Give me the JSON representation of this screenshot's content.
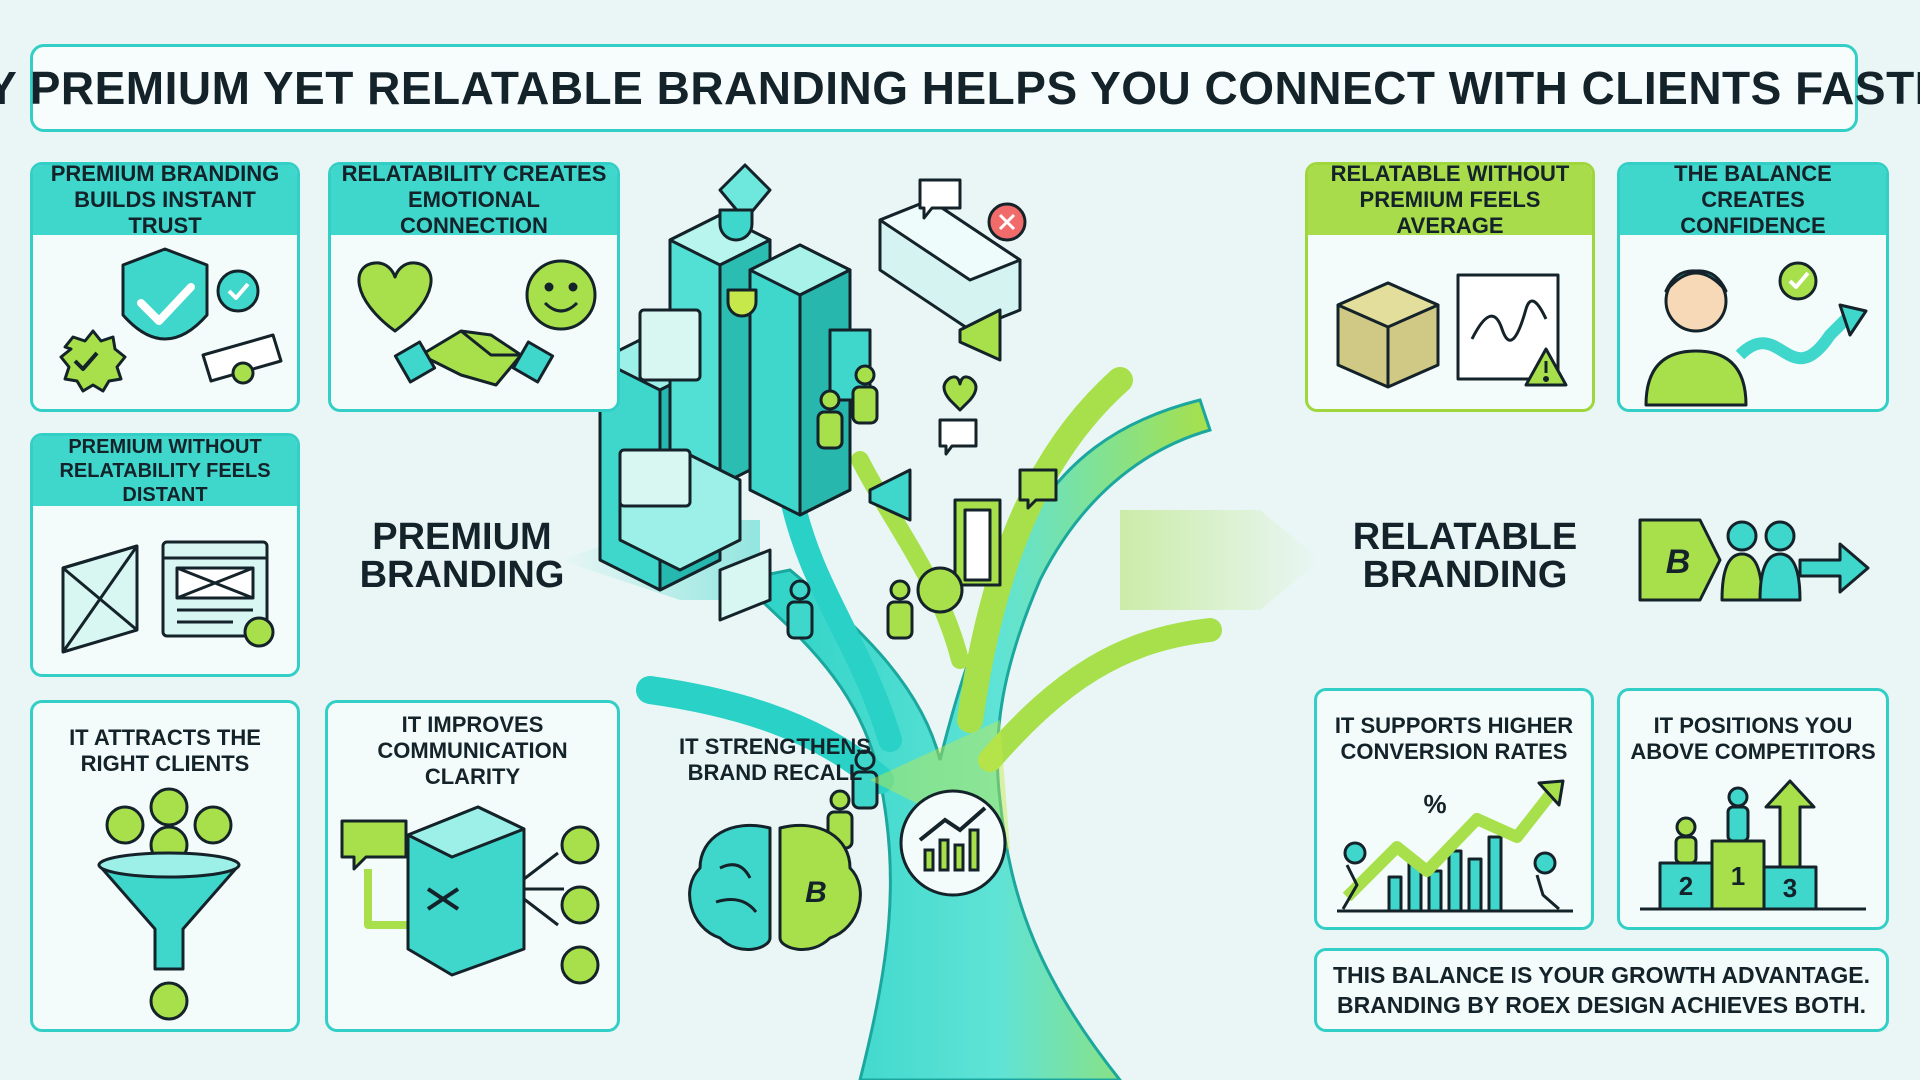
{
  "title": "WHY PREMIUM YET RELATABLE BRANDING HELPS YOU CONNECT WITH CLIENTS FASTER",
  "center_labels": {
    "premium": [
      "PREMIUM",
      "BRANDING"
    ],
    "relatable": [
      "RELATABLE",
      "BRANDING"
    ]
  },
  "cards": {
    "trust": [
      "PREMIUM BRANDING",
      "BUILDS INSTANT TRUST"
    ],
    "emotion": [
      "RELATABILITY CREATES",
      "EMOTIONAL CONNECTION"
    ],
    "distant": [
      "PREMIUM WITHOUT",
      "RELATABILITY FEELS DISTANT"
    ],
    "average": [
      "RELATABLE WITHOUT",
      "PREMIUM FEELS AVERAGE"
    ],
    "confidence": [
      "THE BALANCE",
      "CREATES CONFIDENCE"
    ],
    "attracts": [
      "IT ATTRACTS THE",
      "RIGHT CLIENTS"
    ],
    "clarity": [
      "IT IMPROVES",
      "COMMUNICATION CLARITY"
    ],
    "recall": [
      "IT STRENGTHENS",
      "BRAND RECALL"
    ],
    "conversion": [
      "IT SUPPORTS HIGHER",
      "CONVERSION RATES"
    ],
    "competitors": [
      "IT POSITIONS YOU",
      "ABOVE COMPETITORS"
    ]
  },
  "footer": [
    "THIS BALANCE IS YOUR GROWTH ADVANTAGE.",
    "BRANDING BY ROEX DESIGN ACHIEVES BOTH."
  ],
  "brand_mark": "B",
  "podium_numbers": [
    "2",
    "1",
    "3"
  ],
  "percent_sign": "%",
  "colors": {
    "teal": "#33cfc6",
    "lime": "#9ed63c",
    "dark": "#14232a",
    "bg": "#e9f6f5",
    "alert": "#f26b6b"
  },
  "icons": [
    "shield-check-icon",
    "badge-check-icon",
    "certificate-icon",
    "heart-icon",
    "handshake-icon",
    "smile-icon",
    "browser-wireframe-icon",
    "certificate-badge-icon",
    "package-box-icon",
    "scribble-board-icon",
    "warning-icon",
    "person-icon",
    "check-circle-icon",
    "curved-arrow-icon",
    "funnel-icon",
    "user-circle-icon",
    "chat-box-icon",
    "shuffle-box-icon",
    "emoji-icon",
    "brain-icon",
    "growth-chart-icon",
    "podium-icon",
    "arrow-up-icon",
    "brand-logo-icon"
  ]
}
